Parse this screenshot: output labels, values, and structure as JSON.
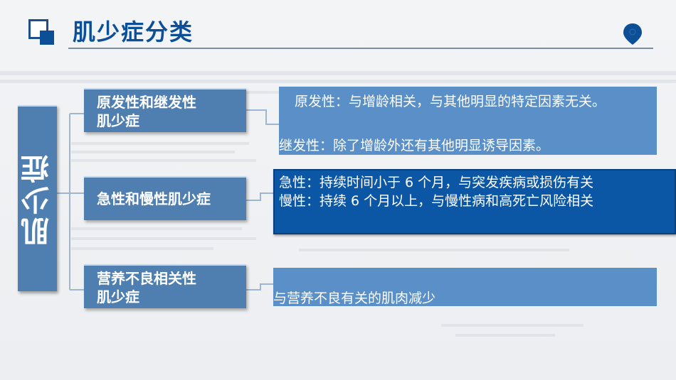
{
  "header": {
    "title": "肌少症分类"
  },
  "main_label": "肌少症",
  "categories": [
    {
      "label_line1": "原发性和继发性",
      "label_line2": "肌少症"
    },
    {
      "label": "急性和慢性肌少症"
    },
    {
      "label_line1": "营养不良相关性",
      "label_line2": "肌少症"
    }
  ],
  "descriptions": [
    {
      "line1": "原发性：与增龄相关，与其他明显的特定因素无关。",
      "line2": "继发性：除了增龄外还有其他明显诱导因素。"
    },
    {
      "line1": "急性：持续时间小于 6 个月，与突发疾病或损伤有关",
      "line2": "慢性：持续 6 个月以上，与慢性病和高死亡风险相关"
    },
    {
      "line1": "与营养不良有关的肌肉减少"
    }
  ],
  "colors": {
    "title": "#0d4f97",
    "box_light": "#4f7fb1",
    "desc_light": "#5a8fc7",
    "desc_dark": "#0b57a5"
  },
  "icons": [
    "logo-square-icon",
    "location-pin-icon"
  ]
}
